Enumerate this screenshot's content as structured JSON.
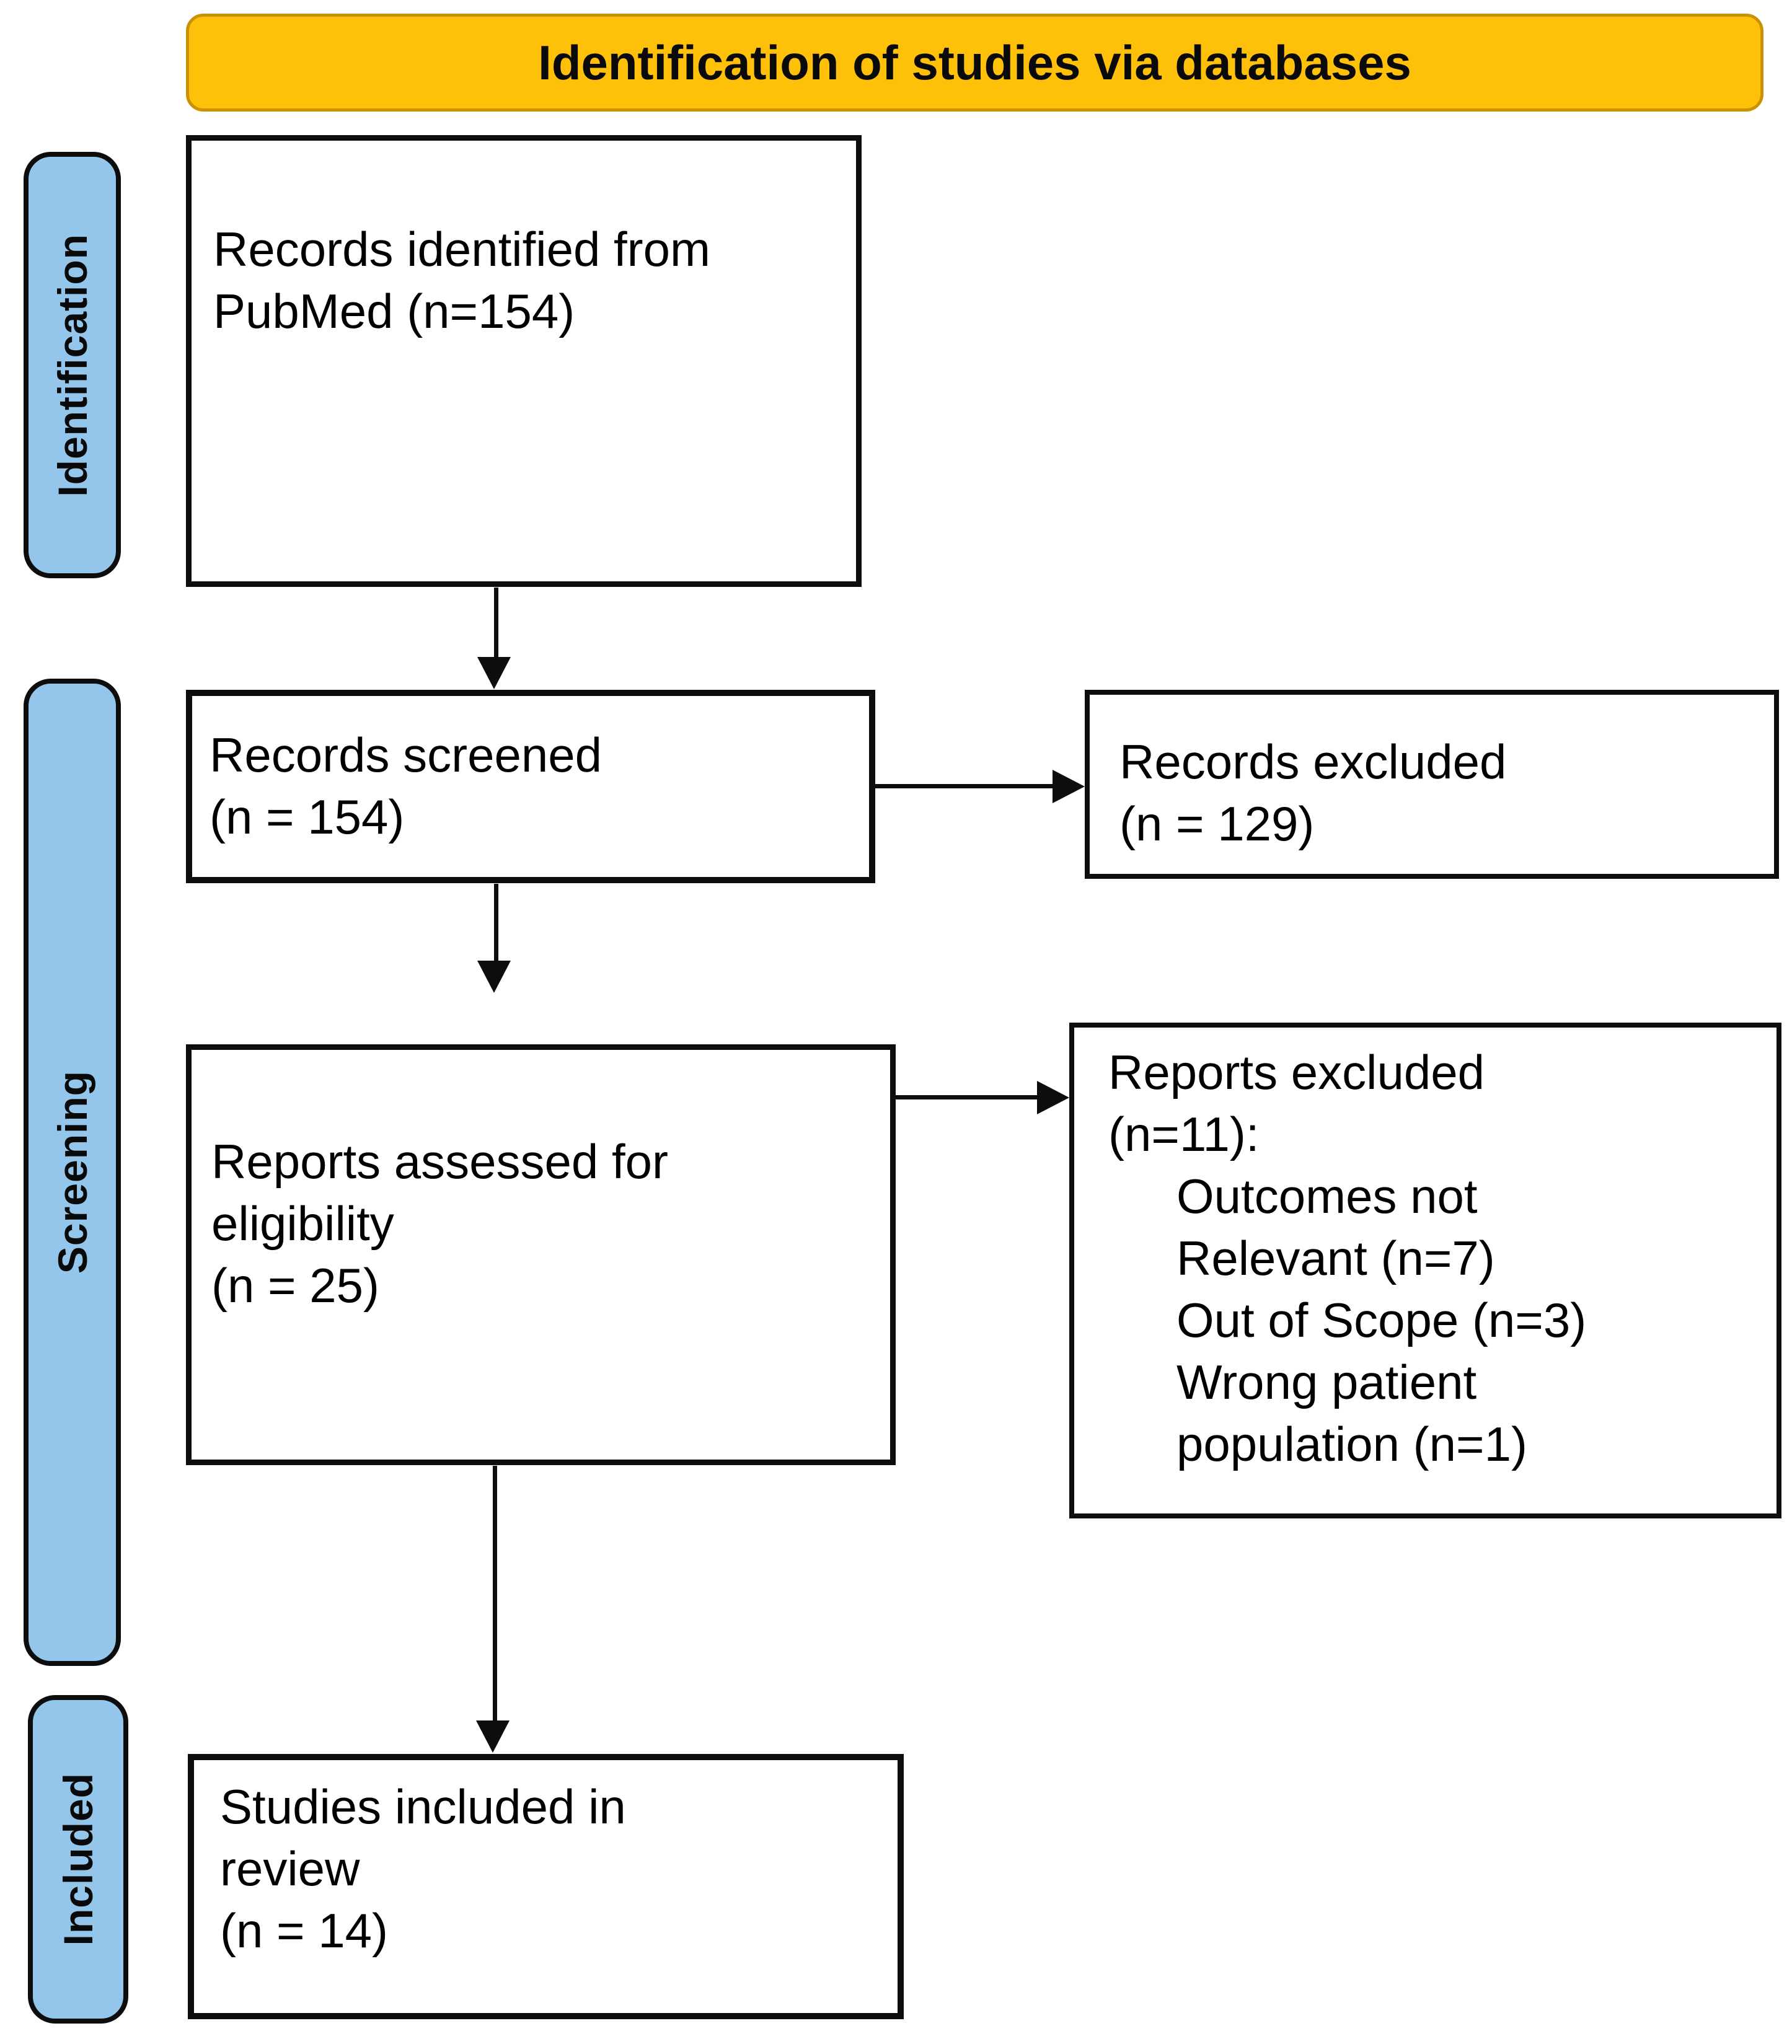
{
  "figure": {
    "title": "Identification of studies via databases"
  },
  "stages": {
    "identification": "Identification",
    "screening": "Screening",
    "included": "Included"
  },
  "boxes": {
    "records_identified": {
      "lines": [
        "Records identified from",
        "PubMed (n=154)"
      ]
    },
    "records_screened": {
      "lines": [
        "Records screened",
        "(n = 154)"
      ]
    },
    "records_excluded": {
      "lines": [
        "Records excluded",
        "(n = 129)"
      ]
    },
    "reports_assessed": {
      "lines": [
        "Reports assessed for",
        "eligibility",
        "(n = 25)"
      ]
    },
    "reports_excluded": {
      "lines": [
        "Reports excluded",
        "(n=11):"
      ],
      "reasons": [
        "Outcomes not",
        "Relevant (n=7)",
        "Out of Scope (n=3)",
        "Wrong patient",
        "population (n=1)"
      ]
    },
    "studies_included": {
      "lines": [
        "Studies included in",
        "review",
        "(n = 14)"
      ]
    }
  },
  "colors": {
    "header_bg": "#FFC00A",
    "header_border": "#C99200",
    "stage_fill": "#93C6EA",
    "line": "#0D0D0D"
  }
}
